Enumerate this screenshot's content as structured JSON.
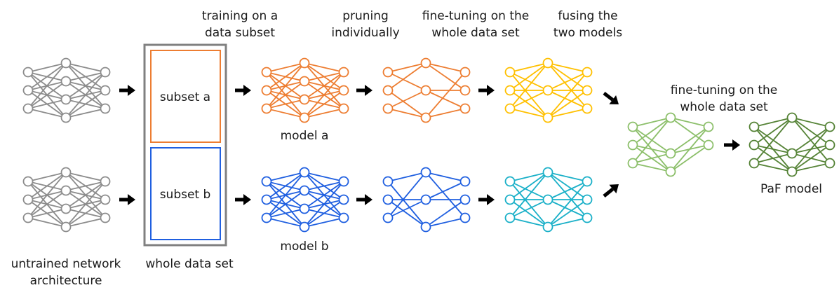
{
  "labels": {
    "untrained_line1": "untrained network",
    "untrained_line2": "architecture",
    "whole_data_set": "whole data set",
    "training_line1": "training on a",
    "training_line2": "data subset",
    "pruning_line1": "pruning",
    "pruning_line2": "individually",
    "finetune_line1": "fine-tuning on the",
    "finetune_line2": "whole data set",
    "fusing_line1": "fusing the",
    "fusing_line2": "two models",
    "finetune2_line1": "fine-tuning on the",
    "finetune2_line2": "whole data set",
    "subset_a": "subset a",
    "subset_b": "subset b",
    "model_a": "model a",
    "model_b": "model b",
    "paf_model": "PaF model"
  },
  "colors": {
    "untrained": "#8c8c8c",
    "orange": "#ed7d31",
    "blue": "#1f5fe0",
    "yellow": "#ffc000",
    "cyan": "#1ab0c8",
    "light_green": "#8cbf6a",
    "dark_green": "#548235",
    "frame": "#808080",
    "arrow": "#000000"
  }
}
